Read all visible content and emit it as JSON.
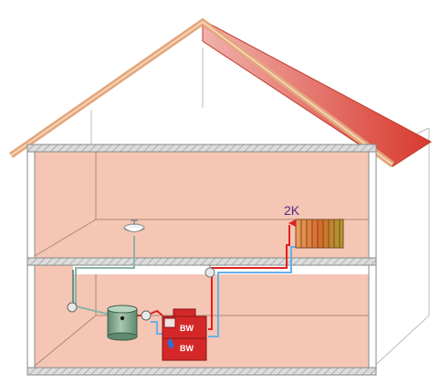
{
  "labels": {
    "radiator": "2K",
    "boiler_top": "BW",
    "boiler_bottom": "BW"
  },
  "colors": {
    "roof_light": "#f0b1ad",
    "roof_dark": "#d83a2e",
    "roof_border": "#e5a57a",
    "wall_fill": "#f5c6b4",
    "slab_fill": "#d0d0d0",
    "supply_pipe": "#e02020",
    "return_pipe": "#66b0e8",
    "cold_pipe": "#8ab5a8",
    "boiler_fill": "#d42828",
    "tank_fill": "#7a9e86",
    "radiator_fill": "#e58c3a",
    "label_text": "#4b2a8a"
  },
  "icons": {
    "basin": "wash-basin-icon",
    "pump": "circulation-pump-icon",
    "valve": "expansion-vessel-icon",
    "flame": "flame-icon"
  }
}
